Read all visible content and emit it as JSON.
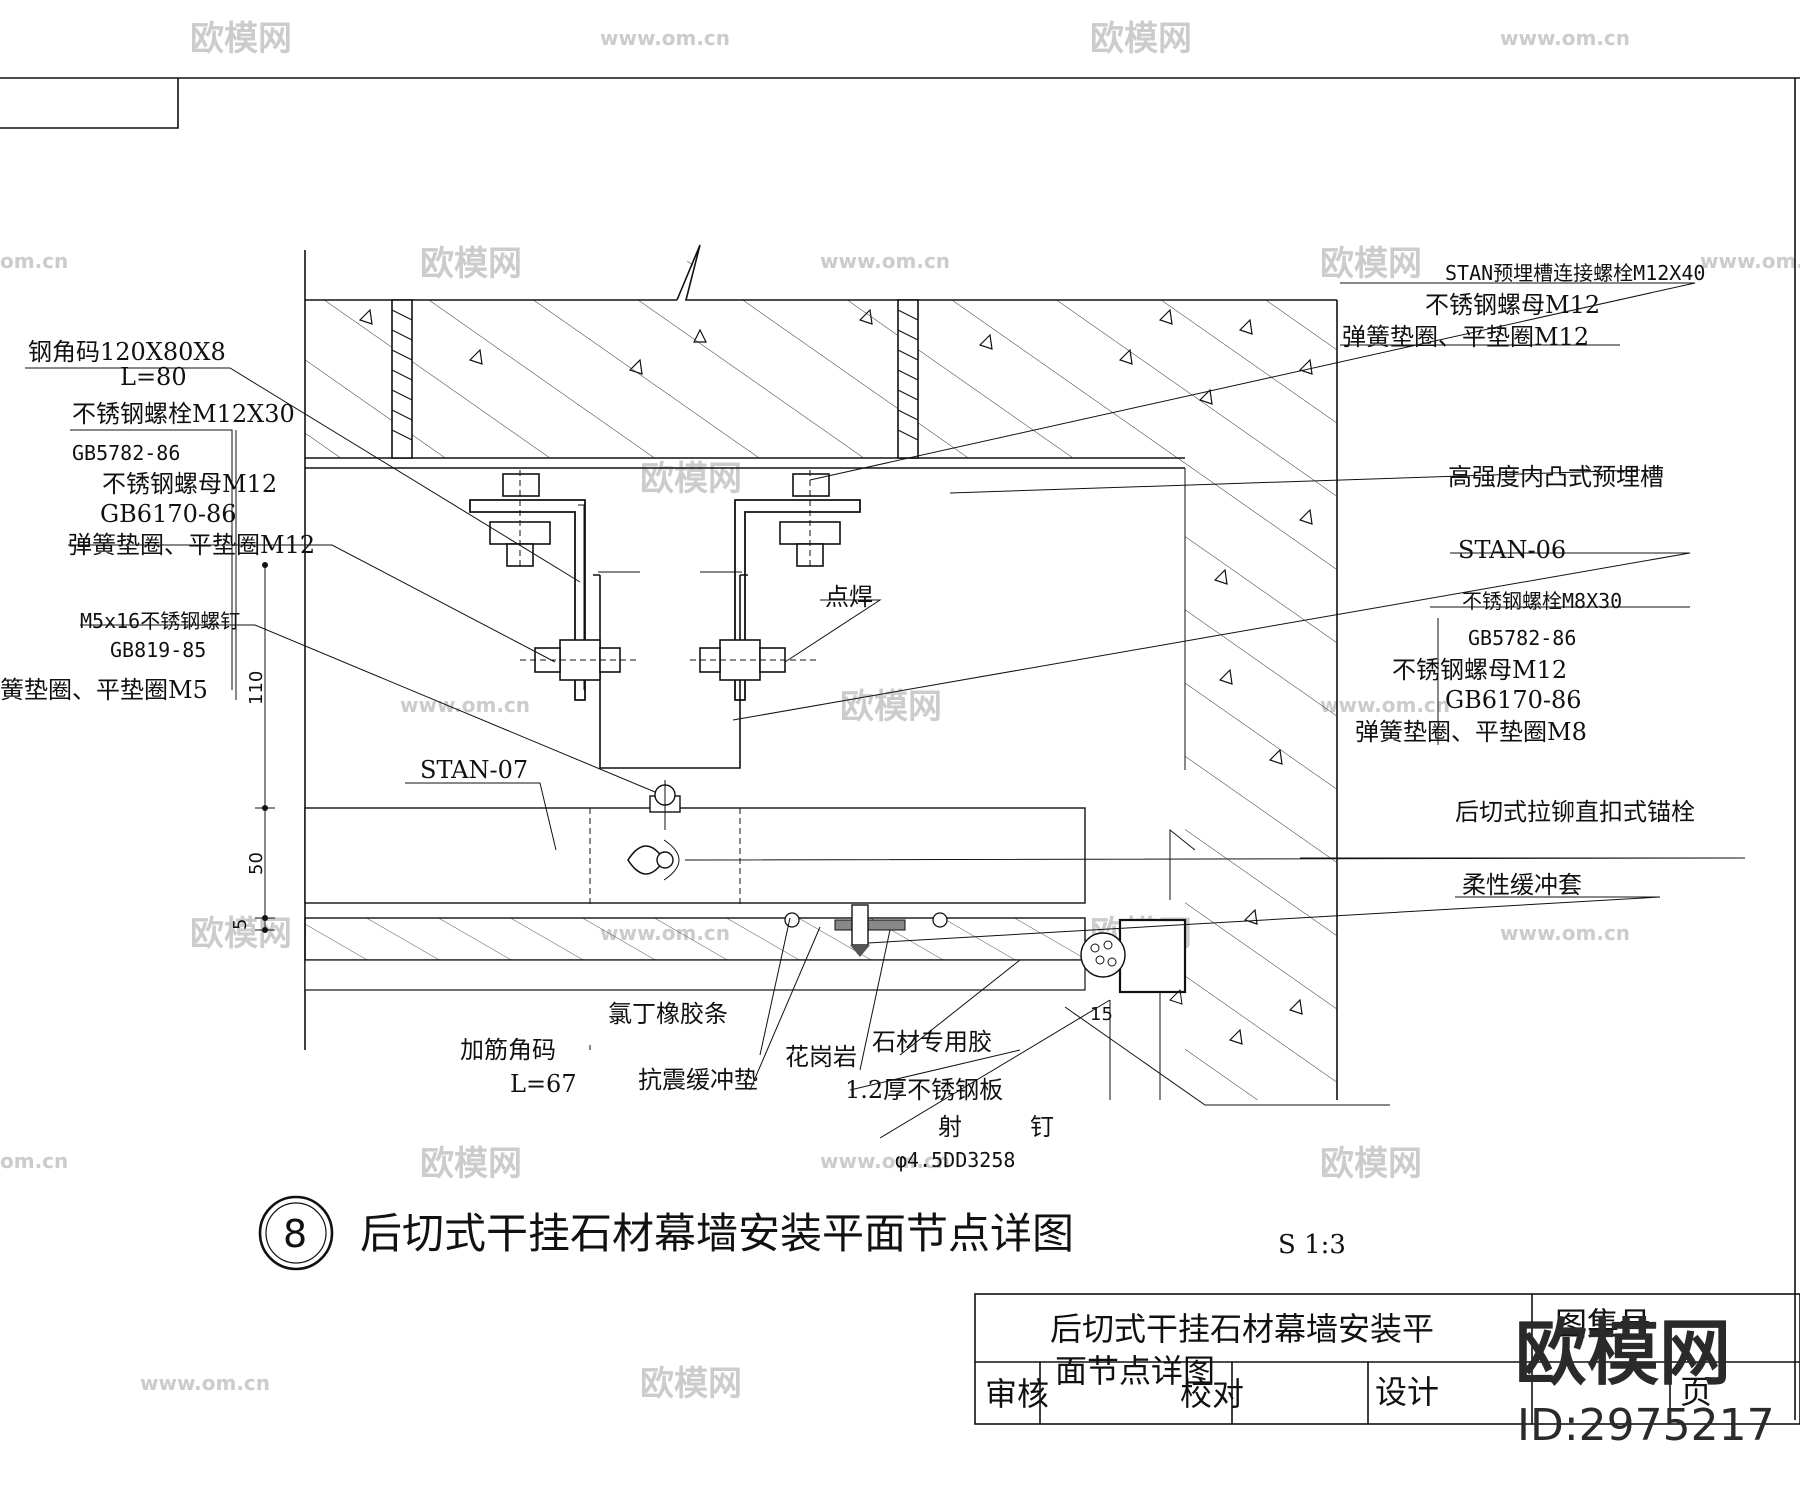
{
  "watermark": {
    "brand": "欧模网",
    "url": "www.om.cn",
    "short_url": "om.cn",
    "big_brand": "欧模网",
    "id_label": "ID:2975217"
  },
  "detail": {
    "number": "8",
    "title": "后切式干挂石材幕墙安装平面节点详图",
    "scale": "S 1:3"
  },
  "labels": {
    "angle_steel": "钢角码120X80X8",
    "angle_steel_len": "L=80",
    "ss_bolt_m12x30": "不锈钢螺栓M12X30",
    "gb5782_left": "GB5782-86",
    "ss_nut_m12_left": "不锈钢螺母M12",
    "gb6170_left": "GB6170-86",
    "washer_m12_left": "弹簧垫圈、平垫圈M12",
    "screw_m5": "M5x16不锈钢螺钉",
    "gb819": "GB819-85",
    "washer_m5": "簧垫圈、平垫圈M5",
    "stan07": "STAN-07",
    "stan_bolt": "STAN预埋槽连接螺栓M12X40",
    "ss_nut_m12_top": "不锈钢螺母M12",
    "washer_m12_top": "弹簧垫圈、平垫圈M12",
    "channel": "高强度内凸式预埋槽",
    "stan06": "STAN-06",
    "spot_weld": "点焊",
    "ss_bolt_m8x30": "不锈钢螺栓M8X30",
    "gb5782_right": "GB5782-86",
    "ss_nut_m12_right": "不锈钢螺母M12",
    "gb6170_right": "GB6170-86",
    "washer_m8": "弹簧垫圈、平垫圈M8",
    "undercut_anchor": "后切式拉铆直扣式锚栓",
    "flex_sleeve": "柔性缓冲套",
    "neoprene": "氯丁橡胶条",
    "stiff_angle": "加筋角码",
    "stiff_angle_len": "L=67",
    "seismic_pad": "抗震缓冲垫",
    "granite": "花岗岩",
    "stone_glue": "石材专用胶",
    "ss_plate": "1.2厚不锈钢板",
    "nail_1": "射",
    "nail_2": "钉",
    "nail_spec": "φ4.5DD3258"
  },
  "dims": {
    "d110": "110",
    "d50": "50",
    "d5": "5",
    "d15": "15"
  },
  "title_block": {
    "title_line1": "后切式干挂石材幕墙安装平",
    "title_line2": "面节点详图",
    "atlas_no": "图集号",
    "review": "审核",
    "check": "校对",
    "design": "设计",
    "page": "页"
  }
}
